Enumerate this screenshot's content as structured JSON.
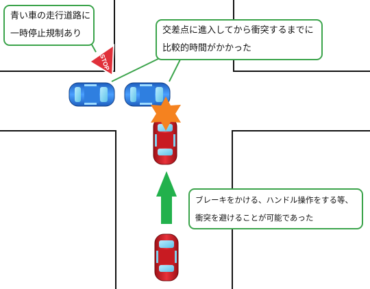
{
  "callouts": {
    "blue_road": {
      "lines": [
        "青い車の走行道路に",
        "一時停止規制あり"
      ]
    },
    "collision": {
      "lines": [
        "交差点に進入してから衝突するまでに",
        "比較的時間がかかった"
      ]
    },
    "red_car": {
      "lines": [
        "ブレーキをかける、ハンドル操作をする等、",
        "衝突を避けることが可能であった"
      ]
    }
  },
  "sign": {
    "text": "STOP",
    "color": "#e0303a"
  },
  "colors": {
    "callout_border": "#3aa34a",
    "blue_car": "#2a7fe6",
    "red_car": "#d8232a",
    "collision_star": "#f5821f",
    "arrow": "#22b14c",
    "road_line": "#111111"
  },
  "icons": [
    "stop-sign-icon",
    "collision-star-icon",
    "forward-arrow-icon"
  ]
}
